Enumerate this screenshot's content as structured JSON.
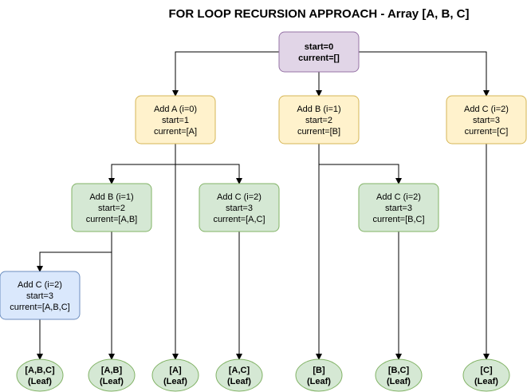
{
  "title": "FOR LOOP RECURSION APPROACH - Array [A, B, C]",
  "colors": {
    "root_fill": "#e1d5e7",
    "root_stroke": "#9673a6",
    "level1_fill": "#fff2cc",
    "level1_stroke": "#d6b656",
    "level2_fill": "#d5e8d4",
    "level2_stroke": "#82b366",
    "level3_fill": "#dae8fc",
    "level3_stroke": "#6c8ebf",
    "leaf_fill": "#d5e8d4",
    "leaf_stroke": "#82b366"
  },
  "nodes": [
    {
      "id": "root",
      "style": "root",
      "shape": "rect",
      "bold": true,
      "lines": [
        "start=0",
        "current=[]"
      ]
    },
    {
      "id": "addA",
      "style": "level1",
      "shape": "rect",
      "lines": [
        "Add A (i=0)",
        "start=1",
        "current=[A]"
      ]
    },
    {
      "id": "addB",
      "style": "level1",
      "shape": "rect",
      "lines": [
        "Add B (i=1)",
        "start=2",
        "current=[B]"
      ]
    },
    {
      "id": "addC",
      "style": "level1",
      "shape": "rect",
      "lines": [
        "Add C (i=2)",
        "start=3",
        "current=[C]"
      ]
    },
    {
      "id": "addAB",
      "style": "level2",
      "shape": "rect",
      "lines": [
        "Add B (i=1)",
        "start=2",
        "current=[A,B]"
      ]
    },
    {
      "id": "addAC",
      "style": "level2",
      "shape": "rect",
      "lines": [
        "Add C (i=2)",
        "start=3",
        "current=[A,C]"
      ]
    },
    {
      "id": "addBC",
      "style": "level2",
      "shape": "rect",
      "lines": [
        "Add C (i=2)",
        "start=3",
        "current=[B,C]"
      ]
    },
    {
      "id": "addABC",
      "style": "level3",
      "shape": "rect",
      "lines": [
        "Add C (i=2)",
        "start=3",
        "current=[A,B,C]"
      ]
    },
    {
      "id": "leafABC",
      "style": "leaf",
      "shape": "ellipse",
      "bold": true,
      "lines": [
        "[A,B,C]",
        "(Leaf)"
      ]
    },
    {
      "id": "leafAB",
      "style": "leaf",
      "shape": "ellipse",
      "bold": true,
      "lines": [
        "[A,B]",
        "(Leaf)"
      ]
    },
    {
      "id": "leafA",
      "style": "leaf",
      "shape": "ellipse",
      "bold": true,
      "lines": [
        "[A]",
        "(Leaf)"
      ]
    },
    {
      "id": "leafAC",
      "style": "leaf",
      "shape": "ellipse",
      "bold": true,
      "lines": [
        "[A,C]",
        "(Leaf)"
      ]
    },
    {
      "id": "leafB",
      "style": "leaf",
      "shape": "ellipse",
      "bold": true,
      "lines": [
        "[B]",
        "(Leaf)"
      ]
    },
    {
      "id": "leafBC",
      "style": "leaf",
      "shape": "ellipse",
      "bold": true,
      "lines": [
        "[B,C]",
        "(Leaf)"
      ]
    },
    {
      "id": "leafC",
      "style": "leaf",
      "shape": "ellipse",
      "bold": true,
      "lines": [
        "[C]",
        "(Leaf)"
      ]
    }
  ],
  "edges": [
    {
      "from": "root",
      "to": "addA"
    },
    {
      "from": "root",
      "to": "addB"
    },
    {
      "from": "root",
      "to": "addC"
    },
    {
      "from": "addA",
      "to": "addAB"
    },
    {
      "from": "addA",
      "to": "addAC"
    },
    {
      "from": "addA",
      "to": "leafA"
    },
    {
      "from": "addB",
      "to": "addBC"
    },
    {
      "from": "addB",
      "to": "leafB"
    },
    {
      "from": "addC",
      "to": "leafC"
    },
    {
      "from": "addAB",
      "to": "addABC"
    },
    {
      "from": "addAB",
      "to": "leafAB"
    },
    {
      "from": "addAC",
      "to": "leafAC"
    },
    {
      "from": "addBC",
      "to": "leafBC"
    },
    {
      "from": "addABC",
      "to": "leafABC"
    }
  ]
}
